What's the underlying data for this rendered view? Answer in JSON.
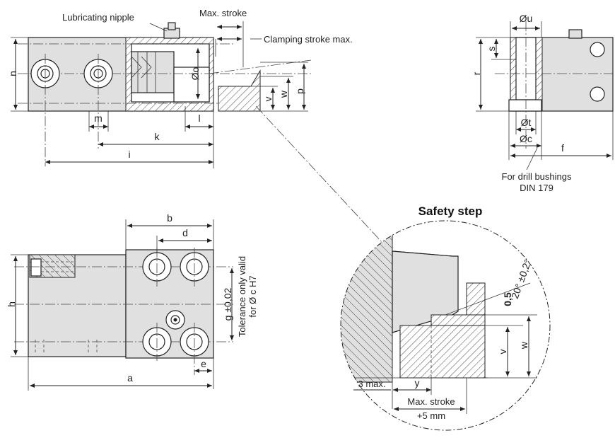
{
  "labels": {
    "lubricating_nipple": "Lubricating nipple",
    "max_stroke": "Max. stroke",
    "clamping_stroke_max": "Clamping stroke max.",
    "drill_bushings_line1": "For drill bushings",
    "drill_bushings_line2": "DIN 179",
    "safety_step": "Safety step",
    "tolerance_line1": "Tolerance only valid",
    "tolerance_line2": "for Ø c H7",
    "three_max": "3 max.",
    "max_stroke_plus_line1": "Max. stroke",
    "max_stroke_plus_line2": "+5 mm"
  },
  "dimensions": {
    "n": "n",
    "m": "m",
    "k": "k",
    "i": "i",
    "l": "l",
    "o": "Øo",
    "v": "v",
    "w": "w",
    "p": "p",
    "u": "Øu",
    "s": "s",
    "r": "r",
    "t": "Øt",
    "c": "Øc",
    "f": "f",
    "a": "a",
    "b": "b",
    "d": "d",
    "e": "e",
    "h": "h",
    "g": "g ±0,02",
    "y": "y",
    "v2": "v",
    "w2": "w",
    "gap": "0,5",
    "angle": "20° ±0,2°"
  },
  "colors": {
    "body_fill": "#e0e0e0",
    "line": "#222222"
  }
}
